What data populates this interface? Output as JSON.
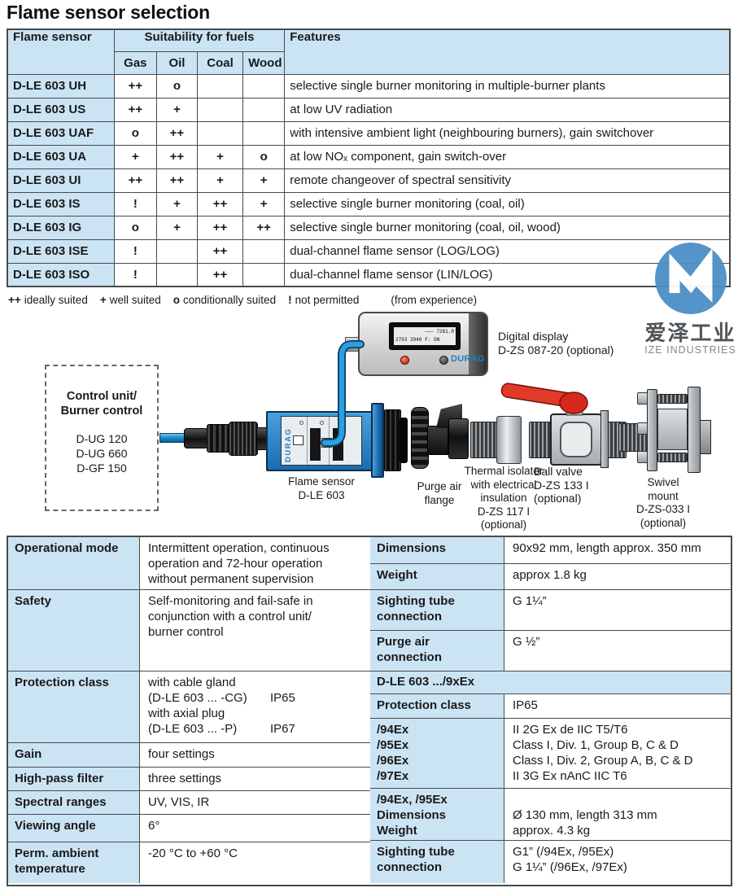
{
  "page": {
    "title": "Flame sensor selection"
  },
  "colors": {
    "table_blue": "#cbe4f4",
    "durag_blue": "#1f7fc4",
    "logo_blue": "#4b8fc6",
    "handle_red": "#d8281c"
  },
  "sensor_table": {
    "col_flame_sensor": "Flame sensor",
    "col_suitability": "Suitability for fuels",
    "col_features": "Features",
    "fuel_cols": [
      "Gas",
      "Oil",
      "Coal",
      "Wood"
    ],
    "rows": [
      {
        "name": "D-LE 603 UH",
        "gas": "++",
        "oil": "o",
        "coal": "",
        "wood": "",
        "features": "selective single burner monitoring in multiple-burner plants"
      },
      {
        "name": "D-LE 603 US",
        "gas": "++",
        "oil": "+",
        "coal": "",
        "wood": "",
        "features": "at low UV radiation"
      },
      {
        "name": "D-LE 603 UAF",
        "gas": "o",
        "oil": "++",
        "coal": "",
        "wood": "",
        "features": "with intensive ambient light (neighbouring burners), gain switchover"
      },
      {
        "name": "D-LE 603 UA",
        "gas": "+",
        "oil": "++",
        "coal": "+",
        "wood": "o",
        "features": "at low NOₓ component, gain switch-over"
      },
      {
        "name": "D-LE 603 UI",
        "gas": "++",
        "oil": "++",
        "coal": "+",
        "wood": "+",
        "features": "remote changeover of spectral sensitivity"
      },
      {
        "name": "D-LE 603 IS",
        "gas": "!",
        "oil": "+",
        "coal": "++",
        "wood": "+",
        "features": "selective single burner monitoring (coal, oil)"
      },
      {
        "name": "D-LE 603 IG",
        "gas": "o",
        "oil": "+",
        "coal": "++",
        "wood": "++",
        "features": "selective single burner monitoring (coal, oil, wood)"
      },
      {
        "name": "D-LE 603 ISE",
        "gas": "!",
        "oil": "",
        "coal": "++",
        "wood": "",
        "features": "dual-channel flame sensor (LOG/LOG)"
      },
      {
        "name": "D-LE 603 ISO",
        "gas": "!",
        "oil": "",
        "coal": "++",
        "wood": "",
        "features": "dual-channel flame sensor (LIN/LOG)"
      }
    ],
    "legend": {
      "parts": [
        {
          "symbol": "++",
          "text": "ideally suited"
        },
        {
          "symbol": "+",
          "text": "well suited"
        },
        {
          "symbol": "o",
          "text": "conditionally suited"
        },
        {
          "symbol": "!",
          "text": "not permitted"
        }
      ],
      "note": "(from experience)"
    }
  },
  "diagram": {
    "control_unit": {
      "title_lines": [
        "Control unit/",
        "Burner control"
      ],
      "models": [
        "D-UG 120",
        "D-UG 660",
        "D-GF 150"
      ]
    },
    "digital_display": {
      "label_lines": [
        "Digital display",
        "D-ZS 087-20 (optional)"
      ],
      "brand": "DURAG",
      "screen_lines": [
        "——— 7281.0",
        "2793 3940 F: ON"
      ]
    },
    "flame_sensor": {
      "label_lines": [
        "Flame sensor",
        "D-LE 603"
      ],
      "brand": "DURAG"
    },
    "purge_air_flange": {
      "label_lines": [
        "Purge air",
        "flange"
      ]
    },
    "thermal_isolator": {
      "label_lines": [
        "Thermal isolator",
        "with electrical",
        "insulation",
        "D-ZS 117 I",
        "(optional)"
      ]
    },
    "ball_valve": {
      "label_lines": [
        "Ball valve",
        "D-ZS 133 I",
        "(optional)"
      ]
    },
    "swivel_mount": {
      "label_lines": [
        "Swivel",
        "mount",
        "D-ZS-033 I",
        "(optional)"
      ]
    }
  },
  "watermark": {
    "cn": "爱泽工业",
    "en": "IZE INDUSTRIES"
  },
  "specs_left": {
    "rows": [
      {
        "label_lines": [
          "Operational mode"
        ],
        "value_lines": [
          {
            "text": "Intermittent operation, continuous"
          },
          {
            "text": "operation and 72-hour operation"
          },
          {
            "text": "without permanent supervision"
          }
        ]
      },
      {
        "label_lines": [
          "Safety"
        ],
        "value_lines": [
          {
            "text": "Self-monitoring and fail-safe in"
          },
          {
            "text": "conjunction with a control unit/"
          },
          {
            "text": "burner control"
          }
        ]
      },
      {
        "label_lines": [
          "Protection class"
        ],
        "value_lines": [
          {
            "text": "with cable gland"
          },
          {
            "text": "(D-LE 603 ... -CG)",
            "right": "IP65"
          },
          {
            "text": "with axial plug"
          },
          {
            "text": "(D-LE 603 ... -P)",
            "right": "IP67"
          }
        ]
      },
      {
        "label_lines": [
          "Gain"
        ],
        "value_lines": [
          {
            "text": "four settings"
          }
        ]
      },
      {
        "label_lines": [
          "High-pass filter"
        ],
        "value_lines": [
          {
            "text": "three settings"
          }
        ]
      },
      {
        "label_lines": [
          "Spectral ranges"
        ],
        "value_lines": [
          {
            "text": "UV, VIS, IR"
          }
        ]
      },
      {
        "label_lines": [
          "Viewing angle"
        ],
        "value_lines": [
          {
            "text": "6°"
          }
        ]
      },
      {
        "label_lines": [
          "Perm. ambient",
          "temperature"
        ],
        "value_lines": [
          {
            "text": "-20 °C to +60 °C"
          }
        ]
      }
    ]
  },
  "specs_right": {
    "section_header": "D-LE 603 .../9xEx",
    "rows": [
      {
        "label_lines": [
          "Dimensions"
        ],
        "value_lines": [
          {
            "text": "90x92 mm, length approx. 350 mm"
          }
        ]
      },
      {
        "label_lines": [
          "Weight"
        ],
        "value_lines": [
          {
            "text": "approx 1.8 kg"
          }
        ]
      },
      {
        "label_lines": [
          "Sighting tube",
          "connection"
        ],
        "value_lines": [
          {
            "text": "G 1¼”"
          }
        ]
      },
      {
        "label_lines": [
          "Purge air",
          "connection"
        ],
        "value_lines": [
          {
            "text": "G ½”"
          }
        ]
      },
      {
        "section": true
      },
      {
        "label_lines": [
          "Protection class"
        ],
        "value_lines": [
          {
            "text": "IP65"
          }
        ]
      },
      {
        "label_lines": [
          "/94Ex",
          "/95Ex",
          "/96Ex",
          "/97Ex"
        ],
        "value_lines": [
          {
            "text": "II 2G Ex de IIC T5/T6"
          },
          {
            "text": "Class I, Div. 1, Group B, C & D"
          },
          {
            "text": "Class I, Div. 2, Group A, B, C & D"
          },
          {
            "text": "II 3G Ex nAnC IIC T6"
          }
        ]
      },
      {
        "label_lines": [
          "/94Ex, /95Ex",
          "Dimensions",
          "Weight"
        ],
        "value_lines": [
          {
            "text": ""
          },
          {
            "text": "Ø 130 mm, length 313 mm"
          },
          {
            "text": "approx. 4.3 kg"
          }
        ]
      },
      {
        "label_lines": [
          "Sighting tube",
          "connection"
        ],
        "value_lines": [
          {
            "text": "G1” (/94Ex, /95Ex)"
          },
          {
            "text": "G 1¼” (/96Ex, /97Ex)"
          }
        ]
      }
    ]
  }
}
